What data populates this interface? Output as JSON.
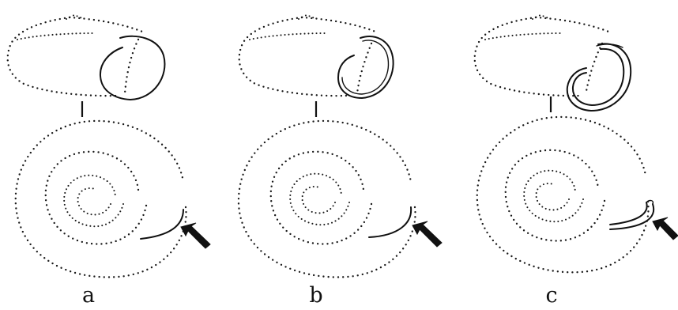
{
  "figure": {
    "panels": [
      {
        "label": "a",
        "lip_style": "simple"
      },
      {
        "label": "b",
        "lip_style": "slightly-thickened"
      },
      {
        "label": "c",
        "lip_style": "reflected-thickened"
      }
    ],
    "ink_color": "#111111",
    "background_color": "#ffffff",
    "icons": [
      "arrow-pointer-icon"
    ]
  }
}
